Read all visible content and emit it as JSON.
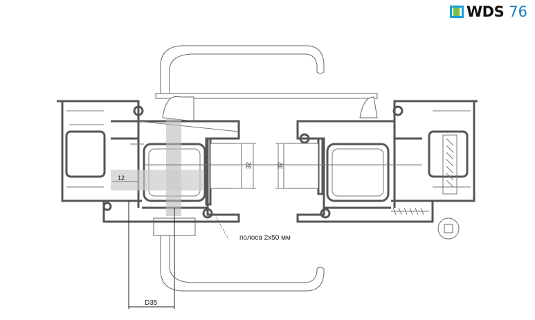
{
  "logo": {
    "brand": "WDS",
    "series": "76",
    "colors": {
      "blue": "#1a9fd8",
      "green": "#7ac143",
      "number": "#1a7ac0"
    }
  },
  "drawing": {
    "dimension_left_height": "32",
    "dimension_right_height": "32",
    "dimension_offset": "12",
    "strip_note": "полоса 2х50 мм",
    "handle_distance": "D35"
  }
}
